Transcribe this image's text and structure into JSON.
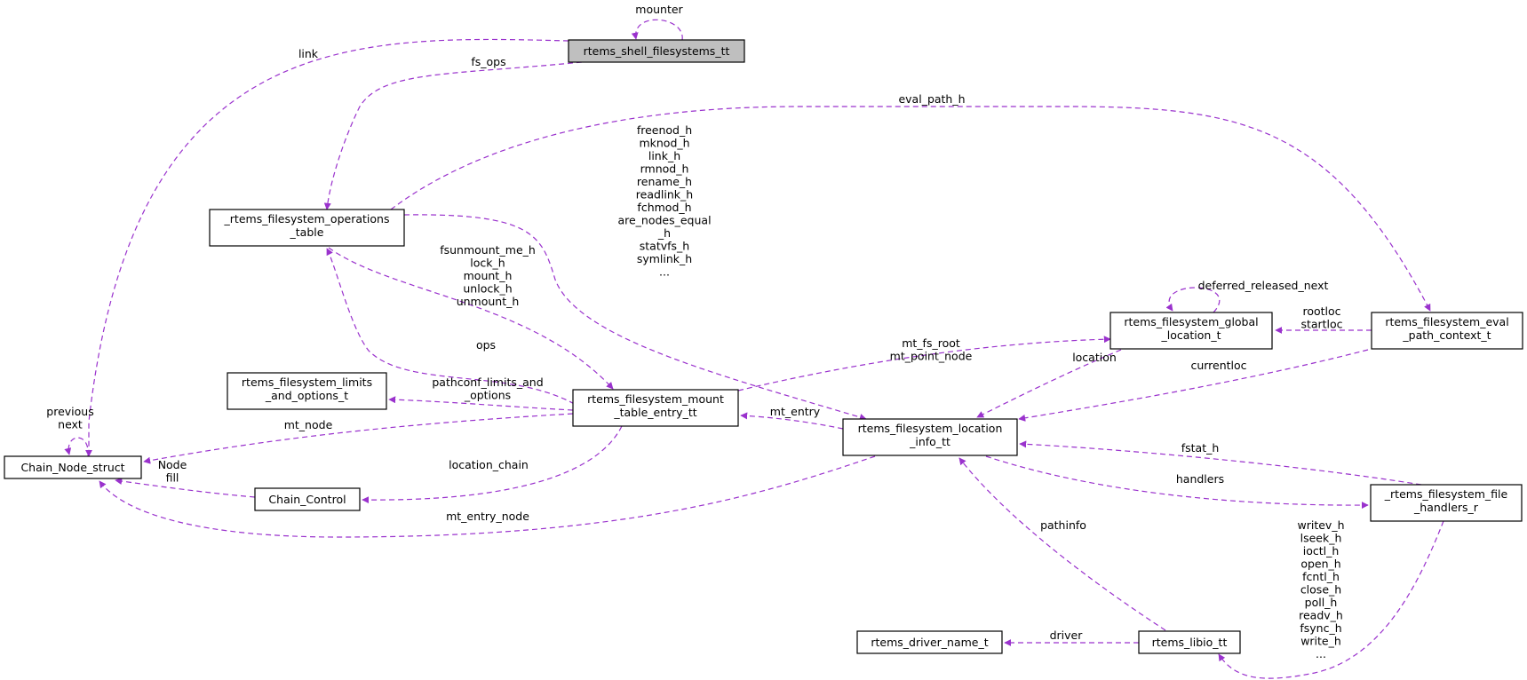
{
  "nodes": {
    "shell_fs": [
      "rtems_shell_filesystems_tt"
    ],
    "fs_ops": [
      "_rtems_filesystem_operations",
      "_table"
    ],
    "chain_node": [
      "Chain_Node_struct"
    ],
    "limits": [
      "rtems_filesystem_limits",
      "_and_options_t"
    ],
    "mount_table": [
      "rtems_filesystem_mount",
      "_table_entry_tt"
    ],
    "chain_control": [
      "Chain_Control"
    ],
    "location_info": [
      "rtems_filesystem_location",
      "_info_tt"
    ],
    "global_loc": [
      "rtems_filesystem_global",
      "_location_t"
    ],
    "eval_ctx": [
      "rtems_filesystem_eval",
      "_path_context_t"
    ],
    "file_handlers": [
      "_rtems_filesystem_file",
      "_handlers_r"
    ],
    "driver_name": [
      "rtems_driver_name_t"
    ],
    "libio": [
      "rtems_libio_tt"
    ]
  },
  "edge_labels": {
    "mounter": [
      "mounter"
    ],
    "link": [
      "link"
    ],
    "fs_ops": [
      "fs_ops"
    ],
    "eval_path_h": [
      "eval_path_h"
    ],
    "ops_handlers": [
      "freenod_h",
      "mknod_h",
      "link_h",
      "rmnod_h",
      "rename_h",
      "readlink_h",
      "fchmod_h",
      "are_nodes_equal",
      "_h",
      "statvfs_h",
      "symlink_h",
      "..."
    ],
    "mount_ops": [
      "fsunmount_me_h",
      "lock_h",
      "mount_h",
      "unlock_h",
      "unmount_h"
    ],
    "ops": [
      "ops"
    ],
    "deferred": [
      "deferred_released_next"
    ],
    "rootloc": [
      "rootloc",
      "startloc"
    ],
    "mt_fs_root": [
      "mt_fs_root",
      "mt_point_node"
    ],
    "location": [
      "location"
    ],
    "currentloc": [
      "currentloc"
    ],
    "pathconf": [
      "pathconf_limits_and",
      "_options"
    ],
    "chain_self": [
      "previous",
      "next"
    ],
    "mt_node": [
      "mt_node"
    ],
    "mt_entry": [
      "mt_entry"
    ],
    "node_fill": [
      "Node",
      "fill"
    ],
    "location_chain": [
      "location_chain"
    ],
    "fstat_h": [
      "fstat_h"
    ],
    "handlers": [
      "handlers"
    ],
    "mt_entry_node": [
      "mt_entry_node"
    ],
    "pathinfo": [
      "pathinfo"
    ],
    "file_ops": [
      "writev_h",
      "lseek_h",
      "ioctl_h",
      "open_h",
      "fcntl_h",
      "close_h",
      "poll_h",
      "readv_h",
      "fsync_h",
      "write_h",
      "..."
    ],
    "driver": [
      "driver"
    ]
  },
  "colors": {
    "edge": "#9a32cd",
    "root_fill": "#bfbfbf"
  }
}
